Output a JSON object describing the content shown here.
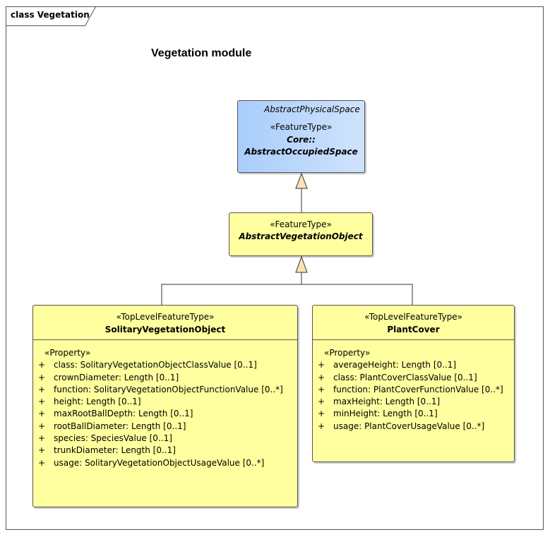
{
  "frame": {
    "label": "class Vegetation"
  },
  "diagram": {
    "title": "Vegetation module"
  },
  "classes": {
    "core": {
      "inherited_from": "AbstractPhysicalSpace",
      "stereotype": "«FeatureType»",
      "name_line1": "Core::",
      "name_line2": "AbstractOccupiedSpace",
      "fill_colors": [
        "#a9cdfb",
        "#cfe3fc"
      ]
    },
    "vegetation": {
      "stereotype": "«FeatureType»",
      "name": "AbstractVegetationObject",
      "fill_color": "#ffff9f"
    },
    "solitary": {
      "stereotype": "«TopLevelFeatureType»",
      "name": "SolitaryVegetationObject",
      "attr_group": "«Property»",
      "attributes": [
        {
          "vis": "+",
          "text": "class: SolitaryVegetationObjectClassValue [0..1]"
        },
        {
          "vis": "+",
          "text": "crownDiameter: Length [0..1]"
        },
        {
          "vis": "+",
          "text": "function: SolitaryVegetationObjectFunctionValue [0..*]"
        },
        {
          "vis": "+",
          "text": "height: Length [0..1]"
        },
        {
          "vis": "+",
          "text": "maxRootBallDepth: Length [0..1]"
        },
        {
          "vis": "+",
          "text": "rootBallDiameter: Length [0..1]"
        },
        {
          "vis": "+",
          "text": "species: SpeciesValue [0..1]"
        },
        {
          "vis": "+",
          "text": "trunkDiameter: Length [0..1]"
        },
        {
          "vis": "+",
          "text": "usage: SolitaryVegetationObjectUsageValue [0..*]"
        }
      ]
    },
    "plant": {
      "stereotype": "«TopLevelFeatureType»",
      "name": "PlantCover",
      "attr_group": "«Property»",
      "attributes": [
        {
          "vis": "+",
          "text": "averageHeight: Length [0..1]"
        },
        {
          "vis": "+",
          "text": "class: PlantCoverClassValue [0..1]"
        },
        {
          "vis": "+",
          "text": "function: PlantCoverFunctionValue [0..*]"
        },
        {
          "vis": "+",
          "text": "maxHeight: Length [0..1]"
        },
        {
          "vis": "+",
          "text": "minHeight: Length [0..1]"
        },
        {
          "vis": "+",
          "text": "usage: PlantCoverUsageValue [0..*]"
        }
      ]
    }
  },
  "relationships": [
    {
      "type": "generalization",
      "from": "AbstractVegetationObject",
      "to": "Core::AbstractOccupiedSpace"
    },
    {
      "type": "generalization",
      "from": "SolitaryVegetationObject",
      "to": "AbstractVegetationObject"
    },
    {
      "type": "generalization",
      "from": "PlantCover",
      "to": "AbstractVegetationObject"
    }
  ],
  "colors": {
    "arrowhead_fill": "#fde3b4",
    "line": "#333333"
  }
}
